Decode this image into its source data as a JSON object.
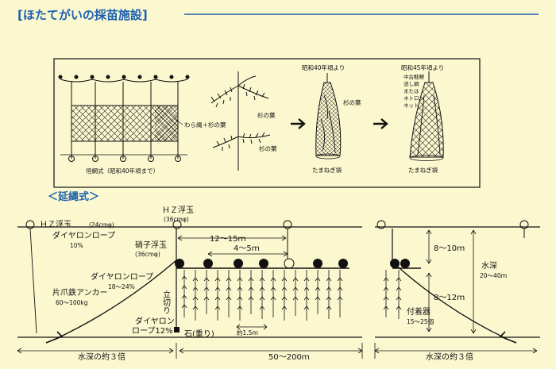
{
  "title": "[ほたてがいの採苗施設]",
  "top": {
    "panel_caption": "垣網式（昭和40年頃まで）",
    "straw_label": "わら縄＋杉の葉",
    "cedar_label_1": "杉の葉",
    "cedar_label_2": "杉の葉",
    "bag_period_1": "昭和40年頃より",
    "bag_label_1": "たまねぎ袋",
    "bag_inner_1": "杉の葉",
    "bag_period_2": "昭和45年頃より",
    "net_lines": [
      "中古鮭鱒",
      "流し網",
      "または",
      "ネトロン",
      "ネット"
    ],
    "bag_label_2": "たまねぎ袋"
  },
  "longline": {
    "heading": "＜延縄式＞",
    "float_main": "ＨＺ浮玉",
    "float_main_size": "(36cmφ)",
    "float_left": "ＨＺ浮玉",
    "float_left_size": "(24cmφ)",
    "rope_dia_1": "ダイヤロンロープ",
    "rope_dia_1_size": "10%",
    "glass_float": "硝子浮玉",
    "glass_float_size": "(36cmφ)",
    "rope_dia_2": "ダイヤロンロープ",
    "rope_dia_2_size": "18～24%",
    "anchor": "片爪鉄アンカー",
    "anchor_weight": "60～100kg",
    "rope_dia_3a": "ダイヤロン",
    "rope_dia_3b": "ロープ12%",
    "vertical_rope": "立切り",
    "stone": "石(重り)",
    "span_main": "12～15ｍ",
    "span_inner": "4～5ｍ",
    "collector_pitch": "約1.5ｍ",
    "depth_1": "水深の約３倍",
    "length_total": "50～200ｍ",
    "depth_2": "水深の約３倍",
    "r_span_top": "8～10ｍ",
    "r_span_bottom": "8～12ｍ",
    "r_depth": "水深",
    "r_depth_range": "20～40ｍ",
    "r_collector": "付着器",
    "r_collector_count": "15～25個"
  },
  "colors": {
    "background": "#fbf7cf",
    "title": "#1a5fb0",
    "ink": "#111111"
  }
}
